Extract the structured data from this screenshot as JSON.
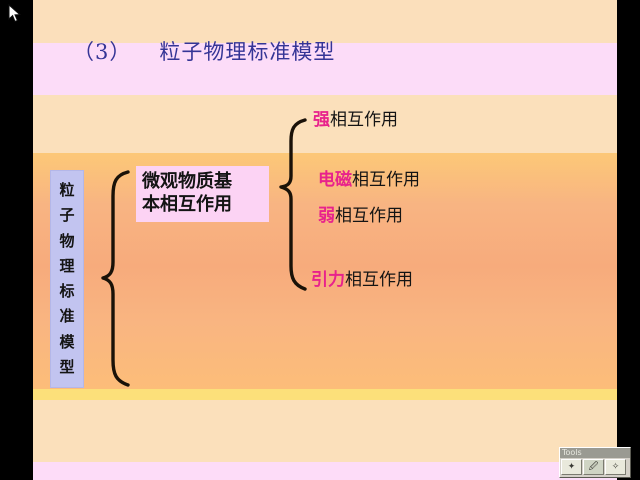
{
  "slide": {
    "title": {
      "number": "（3）",
      "text": "粒子物理标准模型"
    },
    "vertical_label": {
      "full_text": "粒子物理标准模型",
      "chars": [
        "粒",
        "子",
        "物",
        "理",
        "标",
        "准",
        "模",
        "型"
      ]
    },
    "center_box": {
      "full_text": "微观物质基本相互作用",
      "line1": "微观物质基",
      "line2": "本相互作用"
    },
    "forces": [
      {
        "highlight": "强",
        "rest": "相互作用",
        "full": "强相互作用"
      },
      {
        "highlight": "电磁",
        "rest": "相互作用",
        "full": "电磁相互作用"
      },
      {
        "highlight": "弱",
        "rest": "相互作用",
        "full": "弱相互作用"
      },
      {
        "highlight": "引力",
        "rest": "相互作用",
        "full": "引力相互作用"
      }
    ],
    "colors": {
      "title_text": "#353596",
      "highlight_text": "#e8228c",
      "body_text": "#141414",
      "vertical_box_bg": "#c2c4f0",
      "center_box_bg": "#fcd3f4",
      "band_pink": "#fcdcf8",
      "band_peach": "#fbe0bb",
      "band_orange": "#f6b082",
      "band_yellow": "#fce07a",
      "letterbox": "#000000"
    }
  },
  "tools_palette": {
    "title": "Tools",
    "buttons": [
      {
        "name": "pointer",
        "glyph": "✦"
      },
      {
        "name": "pen",
        "glyph": "🖉"
      },
      {
        "name": "eraser",
        "glyph": "✧"
      }
    ]
  }
}
